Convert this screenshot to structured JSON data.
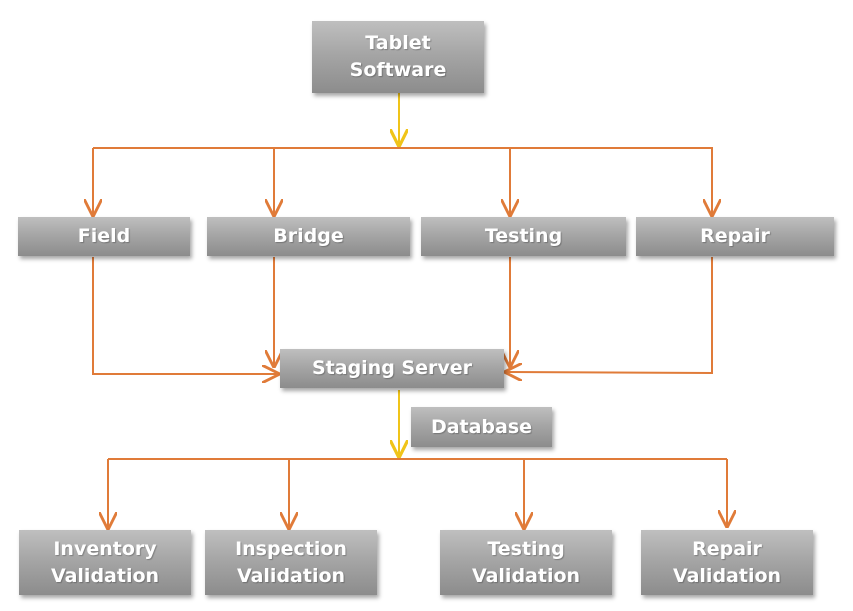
{
  "colors": {
    "connector": "#e07b39",
    "arrow_main": "#f0c419",
    "node_fill": "#a6a6a6",
    "node_text": "#ffffff"
  },
  "nodes": {
    "tablet_software": {
      "line1": "Tablet",
      "line2": "Software"
    },
    "field": {
      "label": "Field"
    },
    "bridge": {
      "label": "Bridge"
    },
    "testing": {
      "label": "Testing"
    },
    "repair": {
      "label": "Repair"
    },
    "staging_server": {
      "label": "Staging Server"
    },
    "database": {
      "label": "Database"
    },
    "inventory_validation": {
      "line1": "Inventory",
      "line2": "Validation"
    },
    "inspection_validation": {
      "line1": "Inspection",
      "line2": "Validation"
    },
    "testing_validation": {
      "line1": "Testing",
      "line2": "Validation"
    },
    "repair_validation": {
      "line1": "Repair",
      "line2": "Validation"
    }
  }
}
